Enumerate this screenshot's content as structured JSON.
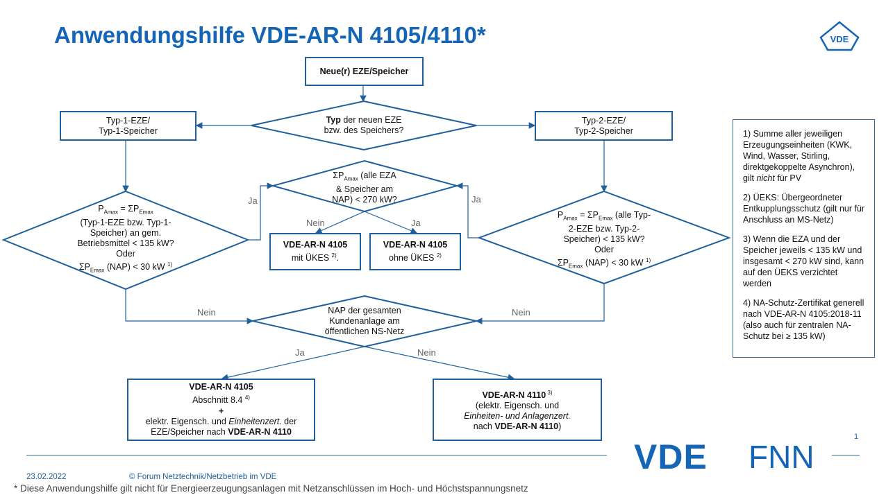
{
  "title": "Anwendungshilfe VDE-AR-N 4105/4110*",
  "start": "Neue(r) EZE/Speicher",
  "q_type": {
    "bold": "Typ",
    "line1_rest": " der neuen EZE",
    "line2": "bzw. des Speichers?"
  },
  "type1": {
    "line1": "Typ-1-EZE/",
    "line2": "Typ-1-Speicher"
  },
  "type2": {
    "line1": "Typ-2-EZE/",
    "line2": "Typ-2-Speicher"
  },
  "q_mid": {
    "line1_pre": "ΣP",
    "line1_sub": "Amax",
    "line1_post": " (alle EZA",
    "line2": "& Speicher am",
    "line3": "NAP) < 270 kW?"
  },
  "q_left": {
    "l1_pre": "P",
    "l1_sub": "Amax",
    "l1_mid": " = ΣP",
    "l1_sub2": "Emax",
    "l2": "(Typ-1-EZE bzw. Typ-1-",
    "l3": "Speicher) an gem.",
    "l4": "Betriebsmittel < 135 kW?",
    "l5": "Oder",
    "l6_pre": "ΣP",
    "l6_sub": "Emax",
    "l6_post": " (NAP) < 30 kW ",
    "l6_sup": "1)"
  },
  "q_right": {
    "l1_pre": "P",
    "l1_sub": "Amax",
    "l1_mid": " = ΣP",
    "l1_sub2": "Emax",
    "l1_post": " (alle Typ-",
    "l2": "2-EZE bzw. Typ-2-",
    "l3": "Speicher) < 135 kW?",
    "l4": "Oder",
    "l5_pre": "ΣP",
    "l5_sub": "Emax",
    "l5_post": " (NAP) < 30 kW ",
    "l5_sup": "1)"
  },
  "q_nap": {
    "line1": "NAP der gesamten",
    "line2": "Kundenanlage am",
    "line3": "öffentlichen NS-Netz"
  },
  "box_4105_ukes": {
    "title": "VDE-AR-N 4105",
    "line2": "mit ÜKES ",
    "sup": "2)",
    "line2_end": "."
  },
  "box_4105_no_ukes": {
    "title": "VDE-AR-N 4105",
    "line2": "ohne ÜKES ",
    "sup": "2)"
  },
  "box_4105_final": {
    "title": "VDE-AR-N 4105",
    "line2": "Abschnitt 8.4 ",
    "sup": "4)",
    "plus": "+",
    "line3_pre": "elektr. Eigensch. und ",
    "line3_it": "Einheitenzert.",
    "line3_post": " der",
    "line4_pre": "EZE/Speicher nach ",
    "line4_b": "VDE-AR-N 4110"
  },
  "box_4110_final": {
    "title": "VDE-AR-N 4110",
    "sup": " 3)",
    "line2": "(elektr. Eigensch. und",
    "line3_it": "Einheiten- und Anlagenzert.",
    "line4_pre": "nach ",
    "line4_b": "VDE-AR-N 4110",
    "line4_post": ")"
  },
  "labels": {
    "ja": "Ja",
    "nein": "Nein"
  },
  "notes": {
    "n1": "1) Summe aller jeweiligen Erzeugungseinheiten (KWK, Wind, Wasser, Stirling, direktgekoppelte Asynchron),",
    "n1b_pre": "gilt ",
    "n1b_it": "nicht",
    "n1b_post": " für PV",
    "n2": "2) ÜEKS: Übergeordneter Entkupplungsschutz (gilt nur für Anschluss an MS-Netz)",
    "n3": "3) Wenn die EZA und der Speicher jeweils < 135 kW und insgesamt < 270 kW sind, kann auf den ÜEKS verzichtet werden",
    "n4": "4) NA-Schutz-Zertifikat generell nach VDE-AR-N 4105:2018-11 (also auch für zentralen NA-Schutz bei ≥ 135 kW)"
  },
  "brand": {
    "vde": "VDE",
    "fnn": "FNN",
    "logo_letters": "VDE"
  },
  "page_number": "1",
  "footer": {
    "date": "23.02.2022",
    "copyright": "© Forum Netztechnik/Netzbetrieb im VDE",
    "footnote": "* Diese Anwendungshilfe gilt nicht für Energieerzeugungsanlagen mit Netzanschlüssen im Hoch- und Höchstspannungsnetz"
  },
  "colors": {
    "brand_blue": "#1565b7",
    "line_blue": "#1f5f9c"
  }
}
